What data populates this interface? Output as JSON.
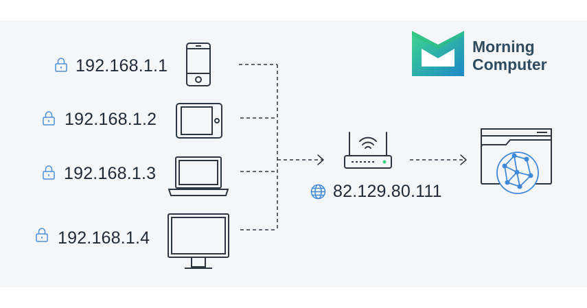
{
  "devices": [
    {
      "ip": "192.168.1.1",
      "icon": "phone-icon"
    },
    {
      "ip": "192.168.1.2",
      "icon": "tablet-icon"
    },
    {
      "ip": "192.168.1.3",
      "icon": "laptop-icon"
    },
    {
      "ip": "192.168.1.4",
      "icon": "monitor-icon"
    }
  ],
  "router": {
    "public_ip": "82.129.80.111",
    "icon": "router-icon",
    "ip_icon": "globe-icon"
  },
  "internet": {
    "icon": "browser-globe-icon"
  },
  "logo": {
    "line1": "Morning",
    "line2": "Computer"
  },
  "colors": {
    "background": "#f4f6f8",
    "outline": "#2c3540",
    "text": "#1f2a38",
    "lock_icon": "#4a90d9",
    "globe_icon": "#3f88d8",
    "logo_text": "#2f4b5e",
    "logo_green": "#3dd68c",
    "logo_blue": "#1e88c8"
  }
}
